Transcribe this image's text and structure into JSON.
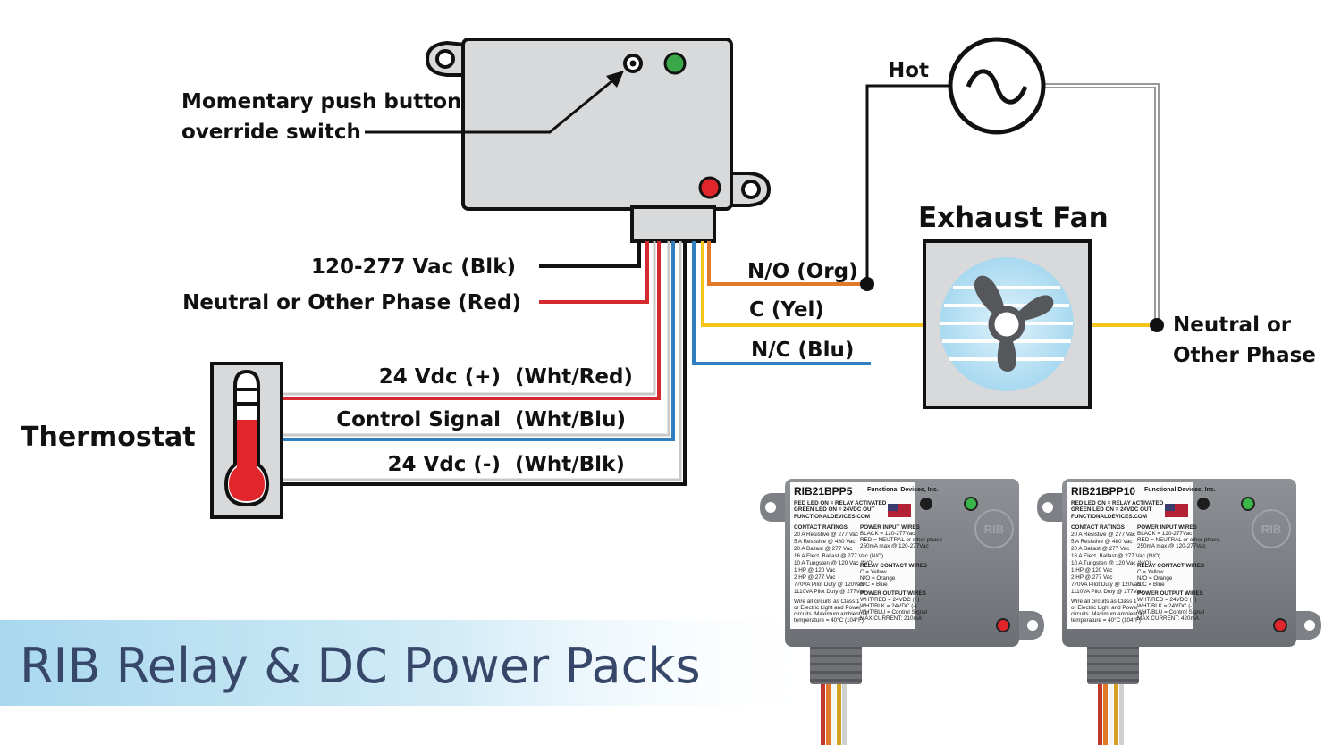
{
  "labels": {
    "override_line1": "Momentary push button",
    "override_line2": "override switch",
    "hot": "Hot",
    "exhaust_fan": "Exhaust Fan",
    "neutral_line1": "Neutral or",
    "neutral_line2": "Other Phase",
    "thermostat": "Thermostat"
  },
  "wires": {
    "vac": "120-277 Vac (Blk)",
    "neutral_red": "Neutral or Other Phase (Red)",
    "no": "N/O (Org)",
    "c": "C (Yel)",
    "nc": "N/C (Blu)",
    "dc_plus": "24 Vdc (+)",
    "dc_plus_color": "(Wht/Red)",
    "control": "Control Signal",
    "control_color": "(Wht/Blu)",
    "dc_minus": "24 Vdc (-)",
    "dc_minus_color": "(Wht/Blk)"
  },
  "banner": {
    "title": "RIB Relay & DC Power Packs"
  },
  "products": [
    {
      "model": "RIB21BPP5",
      "brand": "Functional Devices, Inc.",
      "logo": "RIB",
      "led_red": "RED LED ON = RELAY ACTIVATED",
      "led_green": "GREEN LED ON = 24VDC OUT",
      "website": "FUNCTIONALDEVICES.COM",
      "contact_heading": "CONTACT RATINGS",
      "contact": [
        "20 A Resistive @ 277 Vac",
        "5 A Resistive @ 480 Vac",
        "20 A Ballast @ 277 Vac",
        "16 A Elect. Ballast @ 277 Vac (N/O)",
        "10 A Tungsten @ 120 Vac (N/O)",
        "1 HP @ 120 Vac",
        "2 HP @ 277 Vac",
        "770VA Pilot Duty @ 120Vac",
        "1110VA Pilot Duty @ 277Vac"
      ],
      "note": [
        "Wire all circuits as Class 1",
        "or Electric Light and Power",
        "circuits. Maximum ambient air",
        "temperature = 40°C (104°F)"
      ],
      "power_in_heading": "POWER INPUT WIRES",
      "power_in": [
        "BLACK = 120-277Vac",
        "RED = NEUTRAL or other phase",
        "250mA max @ 120-277Vac"
      ],
      "relay_heading": "RELAY CONTACT WIRES",
      "relay": [
        "C = Yellow",
        "N/O = Orange",
        "N/C = Blue"
      ],
      "power_out_heading": "POWER OUTPUT WIRES",
      "power_out": [
        "WHT/RED = 24VDC (+)",
        "WHT/BLK = 24VDC (-)",
        "WHT/BLU = Control Signal",
        "MAX CURRENT: 210mA"
      ]
    },
    {
      "model": "RIB21BPP10",
      "brand": "Functional Devices, Inc.",
      "logo": "RIB",
      "led_red": "RED LED ON = RELAY ACTIVATED",
      "led_green": "GREEN LED ON = 24VDC OUT",
      "website": "FUNCTIONALDEVICES.COM",
      "contact_heading": "CONTACT RATINGS",
      "contact": [
        "20 A Resistive @ 277 Vac",
        "5 A Resistive @ 480 Vac",
        "20 A Ballast @ 277 Vac",
        "16 A Elect. Ballast @ 277 Vac (N/O)",
        "10 A Tungsten @ 120 Vac (N/O)",
        "1 HP @ 120 Vac",
        "2 HP @ 277 Vac",
        "770VA Pilot Duty @ 120Vac",
        "1110VA Pilot Duty @ 277Vac"
      ],
      "note": [
        "Wire all circuits as Class 1",
        "or Electric Light and Power",
        "circuits. Maximum ambient air",
        "temperature = 40°C (104°F)"
      ],
      "power_in_heading": "POWER INPUT WIRES",
      "power_in": [
        "BLACK = 120-277Vac",
        "RED = NEUTRAL or other phase,",
        "250mA max @ 120-277Vac"
      ],
      "relay_heading": "RELAY CONTACT WIRES",
      "relay": [
        "C = Yellow",
        "N/O = Orange",
        "N/C = Blue"
      ],
      "power_out_heading": "POWER OUTPUT WIRES",
      "power_out": [
        "WHT/RED = 24VDC (+)",
        "WHT/BLK = 24VDC (-)",
        "WHT/BLU = Control Signal",
        "MAX CURRENT: 420mA"
      ]
    }
  ],
  "colors": {
    "black_wire": "#111111",
    "red_wire": "#d42a2f",
    "orange_wire": "#e07a2a",
    "yellow_wire": "#f5c518",
    "blue_wire": "#2f7fc1",
    "relay_body": "#d8d9db",
    "banner_text": "#37476a",
    "banner_bg": "#bfe3f2"
  }
}
